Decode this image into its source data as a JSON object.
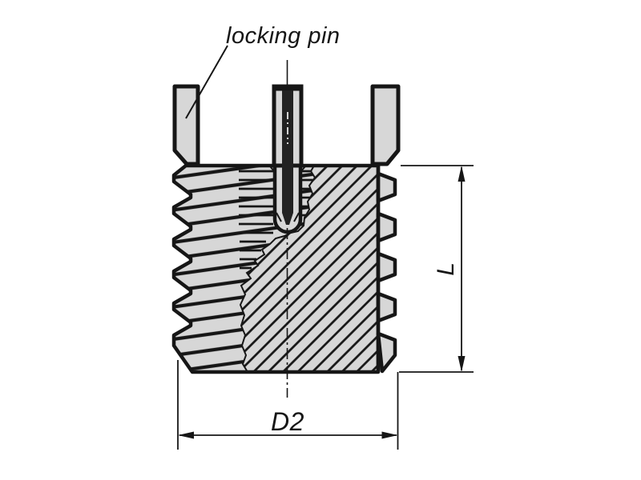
{
  "labels": {
    "locking_pin": "locking pin",
    "length_dimension": "L",
    "outer_diameter_dimension": "D2"
  },
  "colors": {
    "background": "#ffffff",
    "part_fill": "#d7d7d7",
    "line": "#161616"
  },
  "drawing": {
    "view": "sectioned threaded insert with locking pins",
    "dimension_count": 2
  }
}
